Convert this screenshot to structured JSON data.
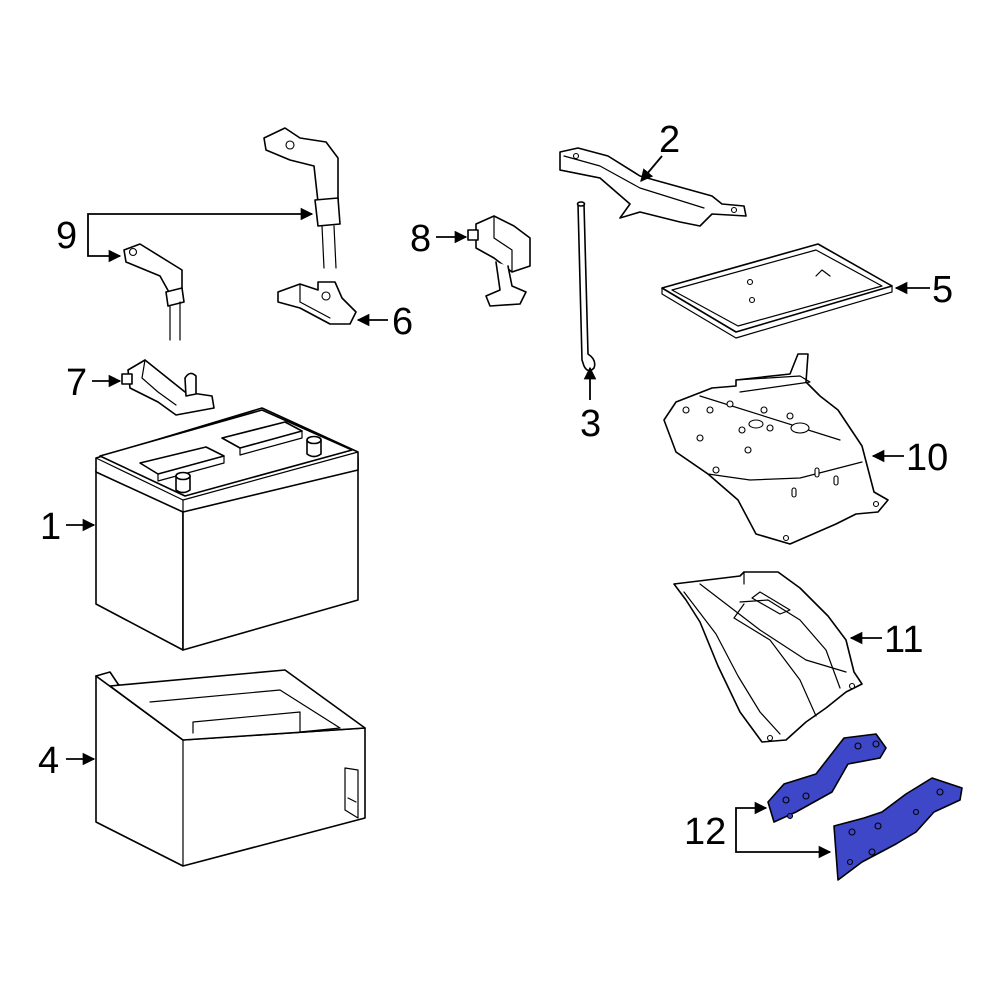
{
  "highlight_color": "#3d47c8",
  "callouts": {
    "c1": "1",
    "c2": "2",
    "c3": "3",
    "c4": "4",
    "c5": "5",
    "c6": "6",
    "c7": "7",
    "c8": "8",
    "c9": "9",
    "c10": "10",
    "c11": "11",
    "c12": "12"
  }
}
